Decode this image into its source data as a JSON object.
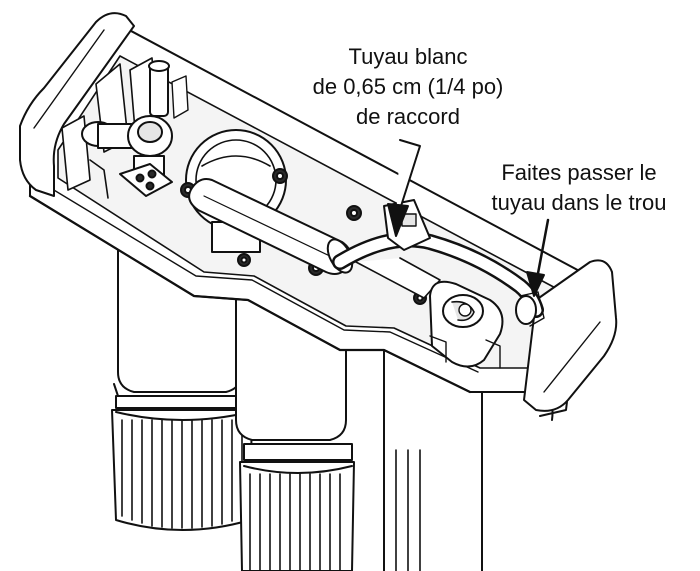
{
  "callouts": {
    "white_hose": {
      "line1": "Tuyau blanc",
      "line2": "de 0,65 cm (1/4 po)",
      "line3": "de raccord"
    },
    "hole": {
      "line1": "Faites passer le",
      "line2": "tuyau dans le trou"
    }
  },
  "colors": {
    "line": "#111111",
    "fill": "#ffffff",
    "shade": "#e6e6e6",
    "dark": "#2a2a2a"
  }
}
